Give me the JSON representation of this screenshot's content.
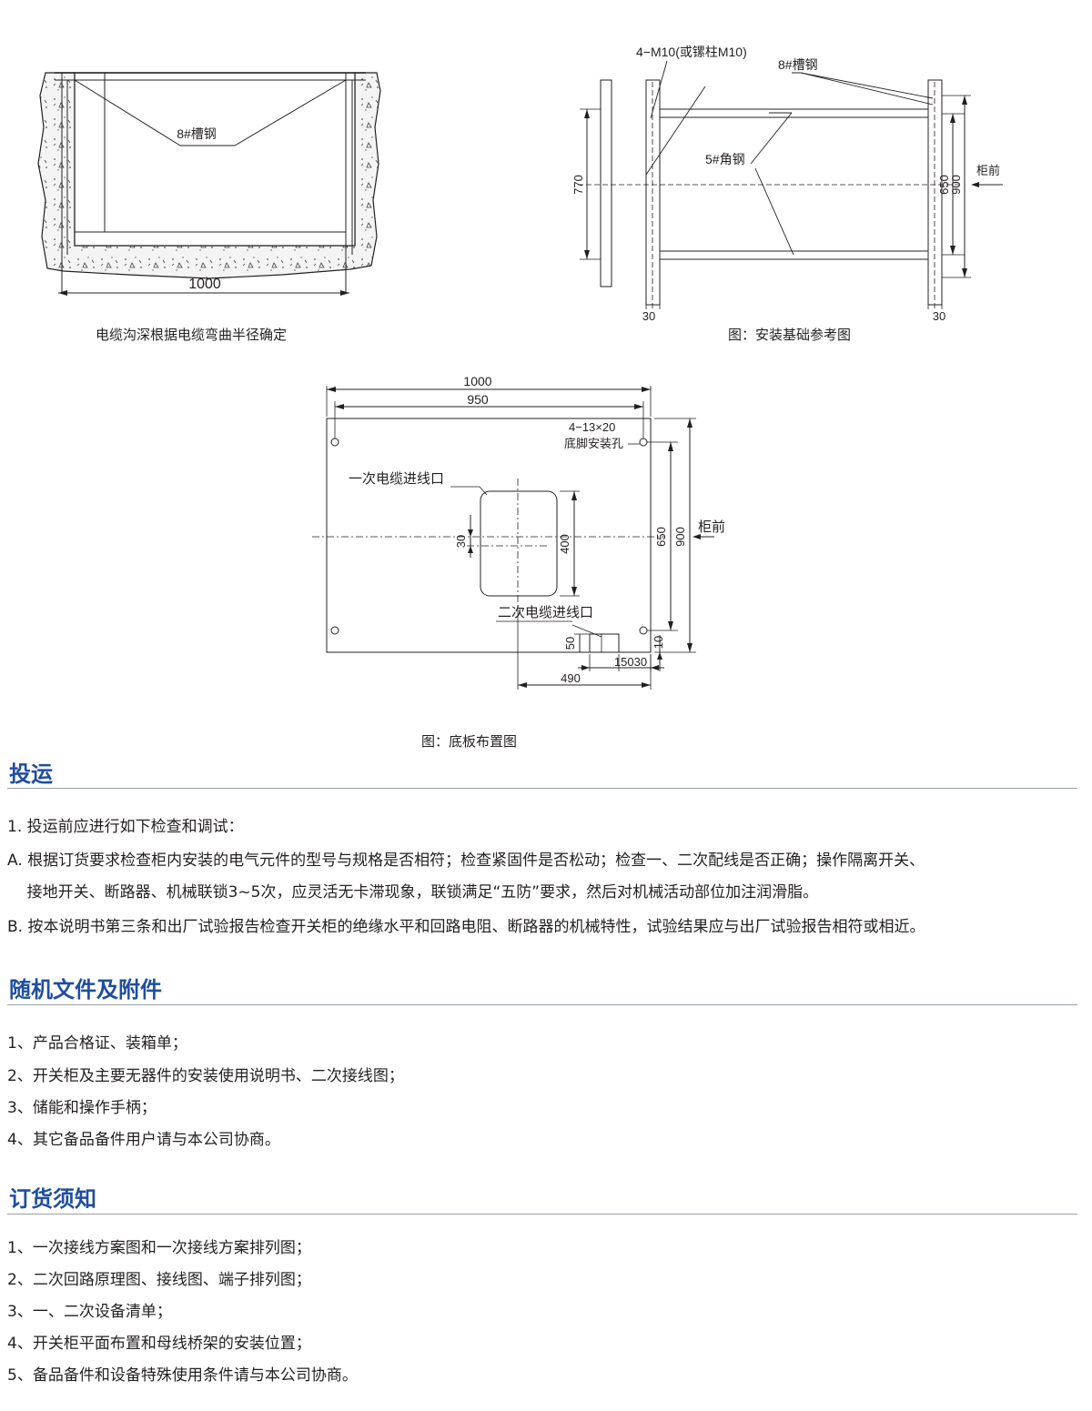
{
  "diagram1": {
    "channel_label": "8#槽钢",
    "width_label": "1000",
    "caption": "电缆沟深根据电缆弯曲半径确定"
  },
  "diagram2": {
    "bolt_label": "4−M10(或镙柱M10)",
    "channel_label": "8#槽钢",
    "angle_label": "5#角钢",
    "dim_770": "770",
    "dim_650": "650",
    "dim_900": "900",
    "front_label": "柜前",
    "dim_30_left": "30",
    "dim_30_right": "30",
    "caption": "图：安装基础参考图"
  },
  "diagram3": {
    "dim_1000": "1000",
    "dim_950": "950",
    "hole_spec": "4−13×20",
    "hole_label": "底脚安装孔",
    "primary_inlet": "一次电缆进线口",
    "secondary_inlet": "二次电缆进线口",
    "dim_30": "30",
    "dim_400": "400",
    "dim_650": "650",
    "dim_900": "900",
    "front_label": "柜前",
    "dim_50": "50",
    "dim_10": "10",
    "dim_15030": "15030",
    "dim_490": "490",
    "caption": "图：底板布置图"
  },
  "sections": [
    {
      "title": "投运",
      "lines": [
        "1. 投运前应进行如下检查和调试：",
        "A. 根据订货要求检查柜内安装的电气元件的型号与规格是否相符；检查紧固件是否松动；检查一、二次配线是否正确；操作隔离开关、",
        "    接地开关、断路器、机械联锁3~5次，应灵活无卡滞现象，联锁满足“五防”要求，然后对机械活动部位加注润滑脂。",
        "B. 按本说明书第三条和出厂试验报告检查开关柜的绝缘水平和回路电阻、断路器的机械特性，试验结果应与出厂试验报告相符或相近。"
      ]
    },
    {
      "title": "随机文件及附件",
      "lines": [
        "1、产品合格证、装箱单；",
        "2、开关柜及主要无器件的安装使用说明书、二次接线图；",
        "3、储能和操作手柄；",
        "4、其它备品备件用户请与本公司协商。"
      ]
    },
    {
      "title": "订货须知",
      "lines": [
        "1、一次接线方案图和一次接线方案排列图；",
        "2、二次回路原理图、接线图、端子排列图；",
        "3、一、二次设备清单；",
        "4、开关柜平面布置和母线桥架的安装位置；",
        "5、备品备件和设备特殊使用条件请与本公司协商。"
      ]
    }
  ]
}
